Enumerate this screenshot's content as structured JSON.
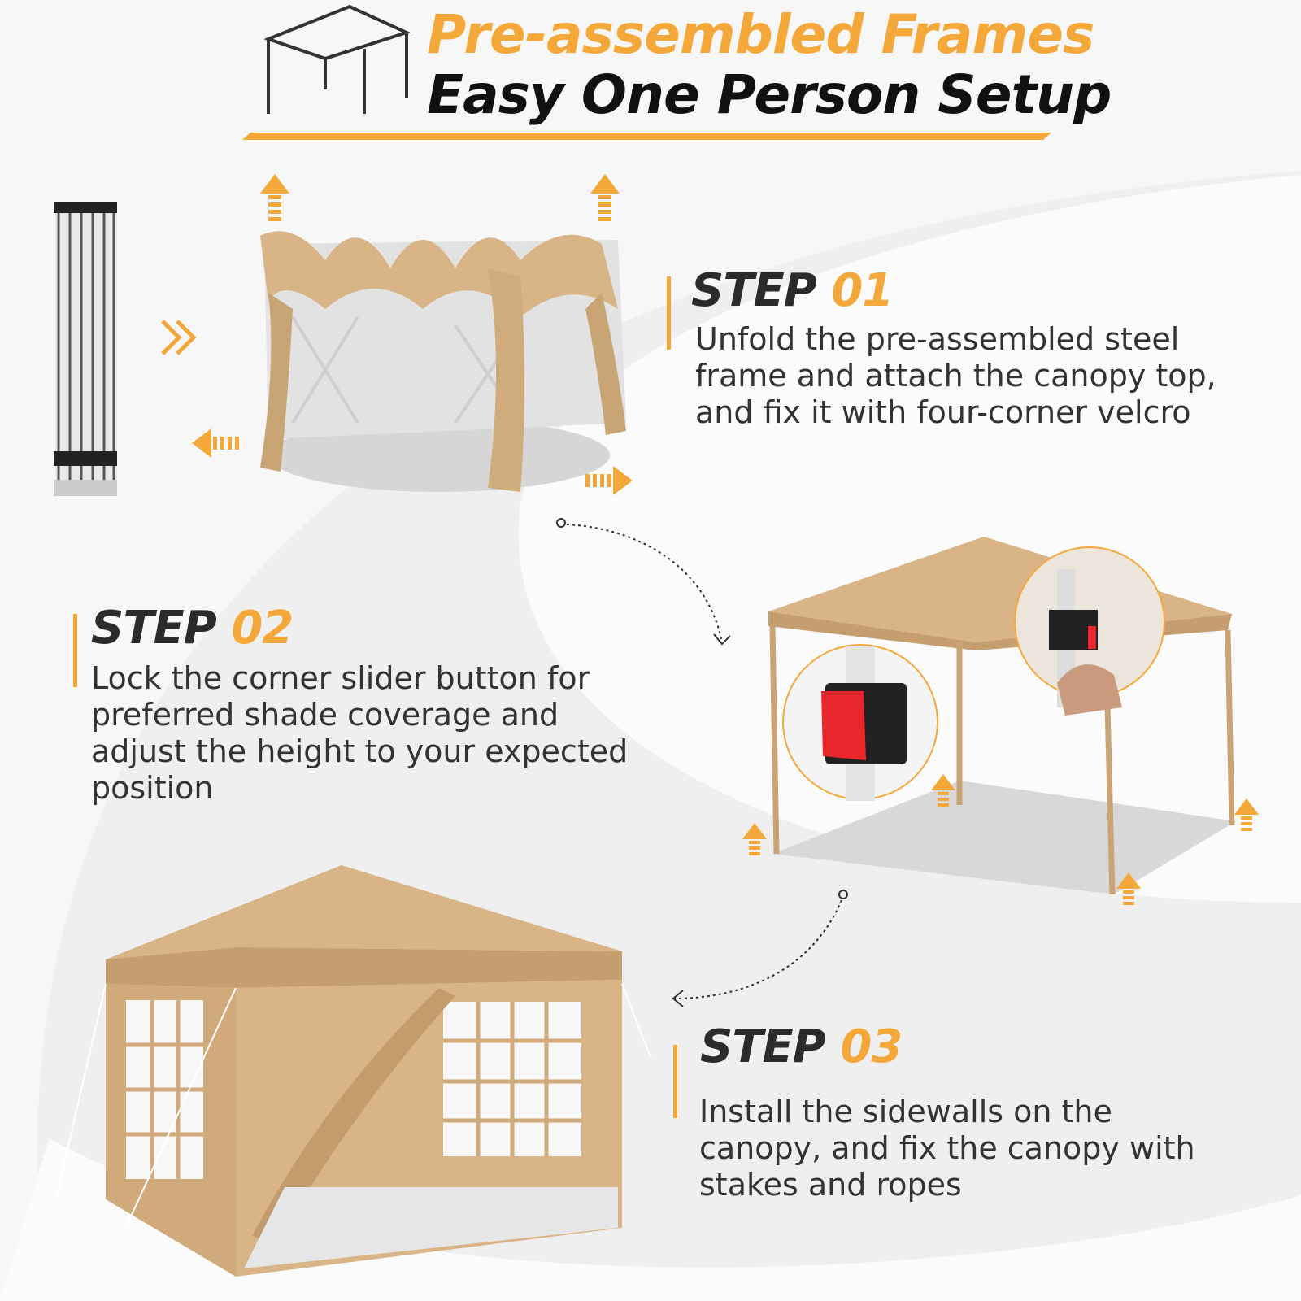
{
  "header": {
    "title_line1": "Pre-assembled Frames",
    "title_line2": "Easy One Person Setup"
  },
  "steps": [
    {
      "label": "STEP",
      "number": "01",
      "desc_lines": [
        "Unfold the pre-assembled steel",
        "frame and attach the canopy top,",
        "and fix it with four-corner velcro"
      ]
    },
    {
      "label": "STEP",
      "number": "02",
      "desc_lines": [
        "Lock the corner slider button for",
        "preferred shade coverage and",
        "adjust the height to your expected",
        "position"
      ]
    },
    {
      "label": "STEP",
      "number": "03",
      "desc_lines": [
        "Install the sidewalls on the",
        "canopy, and fix the canopy with",
        "stakes and ropes"
      ]
    }
  ],
  "colors": {
    "accent": "#f5a83a",
    "canopy": "#d9b487",
    "text_dark": "#2b2b2b",
    "background": "#efefef"
  }
}
